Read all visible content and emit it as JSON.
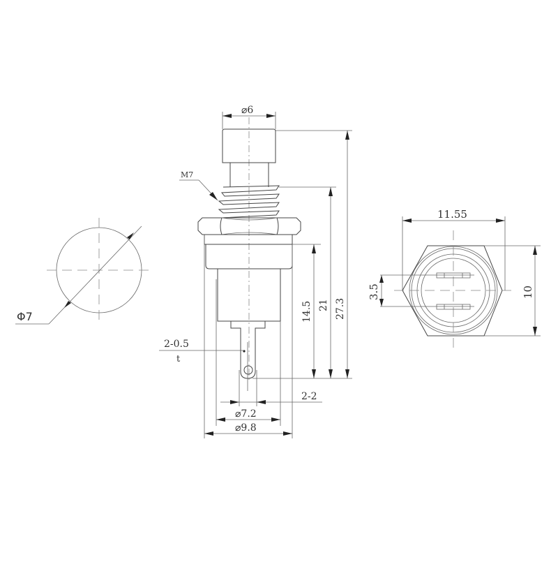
{
  "drawing": {
    "title": "Push button switch dimension drawing",
    "units": "mm",
    "colors": {
      "line": "#444444",
      "text": "#333333",
      "background": "#ffffff"
    }
  },
  "front_view": {
    "dimensions": {
      "cap_diameter": "⌀6",
      "thread_label": "M7",
      "terminal_thickness": "2-0.5",
      "terminal_thickness_sub": "t",
      "hole_label": "2-2",
      "pin_span": "⌀7.2",
      "body_diameter": "⌀9.8",
      "body_height": "14.5",
      "thread_to_bottom": "21",
      "overall_height": "27.3"
    }
  },
  "panel_cutout": {
    "diameter_label": "Φ7"
  },
  "bottom_view": {
    "dimensions": {
      "hex_across_corners": "11.55",
      "hex_across_flats": "10",
      "terminal_pitch": "3.5"
    }
  }
}
